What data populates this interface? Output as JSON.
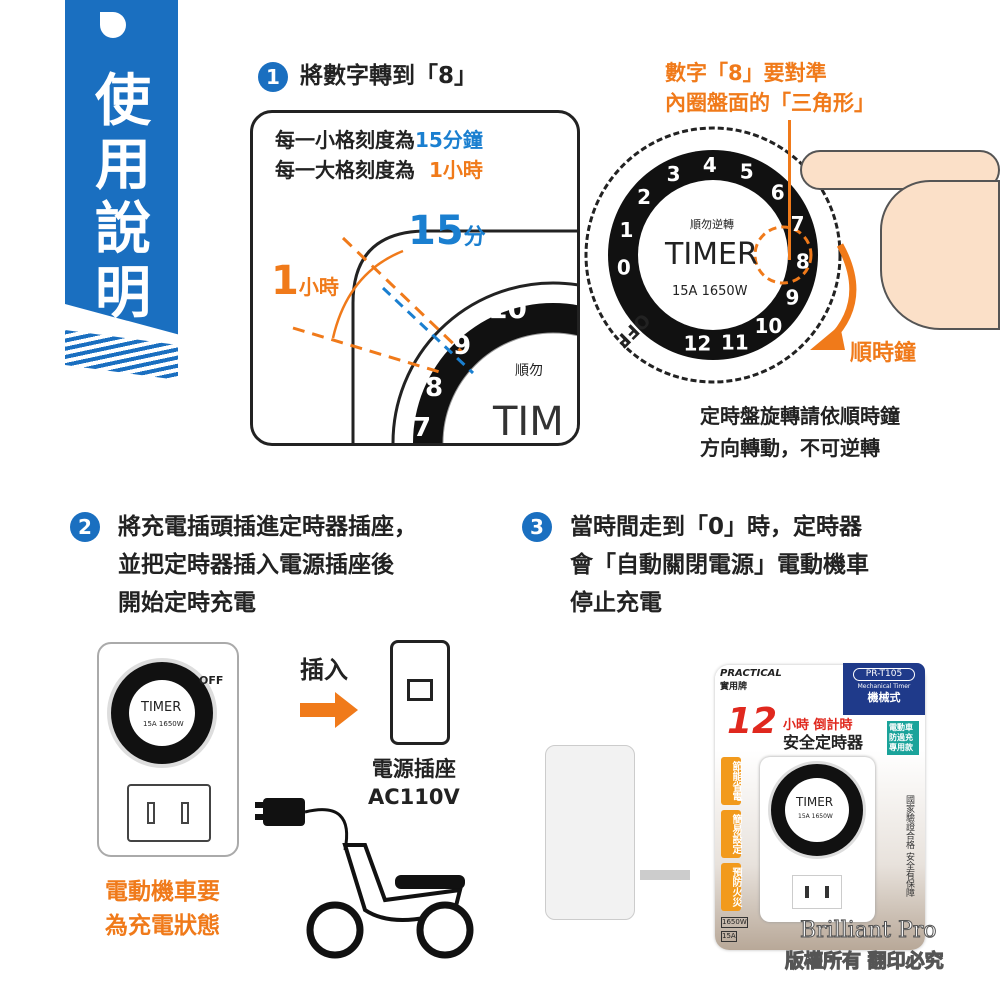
{
  "banner": {
    "title": "使用說明",
    "watermark": "Brilliant Pro"
  },
  "step1": {
    "number": "1",
    "title": "將數字轉到「8」",
    "note_line1_prefix": "每一小格刻度為",
    "note_line1_value": "15分鐘",
    "note_line2_prefix": "每一大格刻度為",
    "note_line2_value": "1小時",
    "label_15": "15",
    "label_15_unit": "分",
    "label_1": "1",
    "label_1_unit": "小時",
    "zoom_numbers": [
      "10",
      "9",
      "8",
      "7"
    ],
    "zoom_timer": "TIM",
    "zoom_small": "順勿"
  },
  "dial": {
    "numbers": [
      "0",
      "1",
      "2",
      "3",
      "4",
      "5",
      "6",
      "7",
      "8",
      "9",
      "10",
      "11",
      "12"
    ],
    "off": "OFF",
    "center": "TIMER",
    "rating": "15A 1650W",
    "arrow_text": "順勿逆轉"
  },
  "callout": {
    "line1": "數字「8」要對準",
    "line2": "內圈盤面的「三角形」",
    "clockwise": "順時鐘",
    "warning_line1": "定時盤旋轉請依順時鐘",
    "warning_line2": "方向轉動，不可逆轉"
  },
  "step2": {
    "number": "2",
    "lines": [
      "將充電插頭插進定時器插座，",
      "並把定時器插入電源插座後",
      "開始定時充電"
    ],
    "insert": "插入",
    "socket_label": "電源插座",
    "socket_voltage": "AC110V",
    "scooter_line1": "電動機車要",
    "scooter_line2": "為充電狀態",
    "mini_timer": "TIMER",
    "mini_rating": "15A 1650W",
    "mini_off": "OFF"
  },
  "step3": {
    "number": "3",
    "lines": [
      "當時間走到「0」時，定時器",
      "會「自動關閉電源」電動機車",
      "停止充電"
    ]
  },
  "package": {
    "brand": "PRACTICAL",
    "brand_cn": "實用牌",
    "model": "PR-T105",
    "type_en": "Mechanical Timer",
    "type_cn": "機械式",
    "hours": "12",
    "subtitle": "小時 倒計時",
    "title": "安全定時器",
    "ev_tag": "電動車防過充專用款",
    "tags": [
      "節能省電",
      "簡易設定",
      "預防火災"
    ],
    "side_text": "國家驗證合格 安全有保障",
    "timer": "TIMER",
    "rating": "15A 1650W",
    "spec1": "1650W",
    "spec2": "15A"
  },
  "copyright": {
    "line1": "Brilliant Pro",
    "line2": "版權所有 翻印必究"
  },
  "colors": {
    "blue": "#1a6fc0",
    "orange": "#f07a1a"
  }
}
